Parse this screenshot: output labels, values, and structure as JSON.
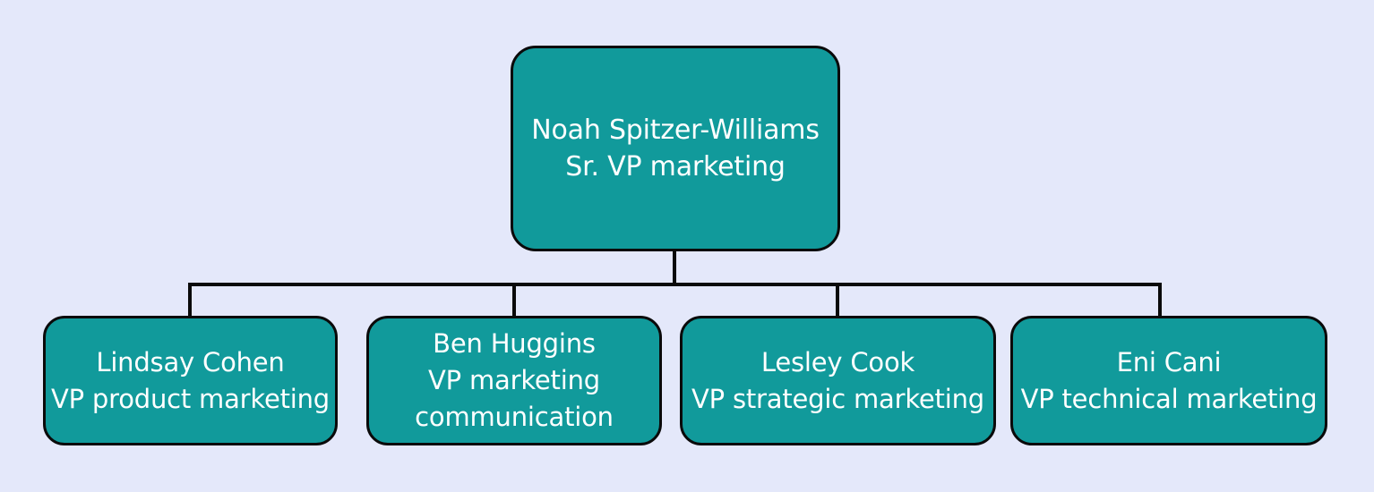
{
  "org_chart": {
    "root": {
      "name": "Noah Spitzer-Williams",
      "title": "Sr. VP marketing"
    },
    "reports": [
      {
        "name": "Lindsay Cohen",
        "title_lines": [
          "VP product marketing"
        ]
      },
      {
        "name": "Ben Huggins",
        "title_lines": [
          "VP marketing",
          "communication"
        ]
      },
      {
        "name": "Lesley Cook",
        "title_lines": [
          "VP strategic marketing"
        ]
      },
      {
        "name": "Eni Cani",
        "title_lines": [
          "VP technical marketing"
        ]
      }
    ]
  },
  "colors": {
    "background": "#e4e8fa",
    "box_fill": "#119a9b",
    "box_border": "#0a0a0a",
    "text": "#ffffff",
    "connector": "#0a0a0a"
  }
}
